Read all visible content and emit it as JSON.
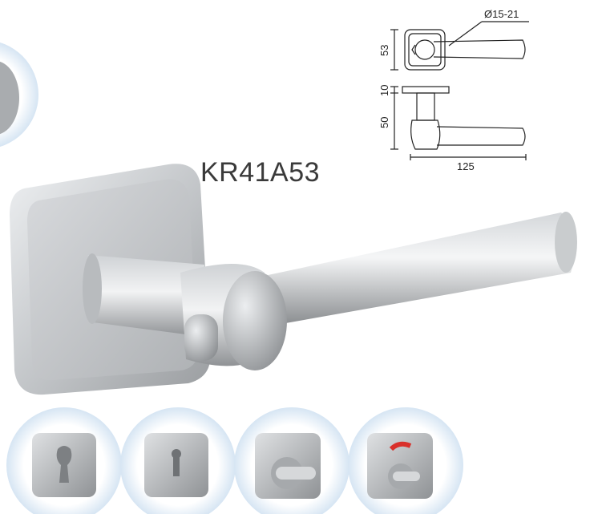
{
  "product": {
    "model": "KR41A53"
  },
  "drawing": {
    "diameter_label": "Ø15-21",
    "rose_height_label": "53",
    "rose_thickness_label": "10",
    "projection_label": "50",
    "lever_length_label": "125"
  },
  "variants": [
    {
      "name": "profile-cylinder-escutcheon-icon"
    },
    {
      "name": "keyhole-escutcheon-icon"
    },
    {
      "name": "thumbturn-escutcheon-icon"
    },
    {
      "name": "privacy-indicator-escutcheon-icon",
      "indicator_color": "#d9302b"
    }
  ],
  "colors": {
    "circle_bg": "#dde9f5",
    "metal_light": "#e6e8ea",
    "metal_mid": "#b9bcbf",
    "metal_dark": "#8c8f92"
  }
}
